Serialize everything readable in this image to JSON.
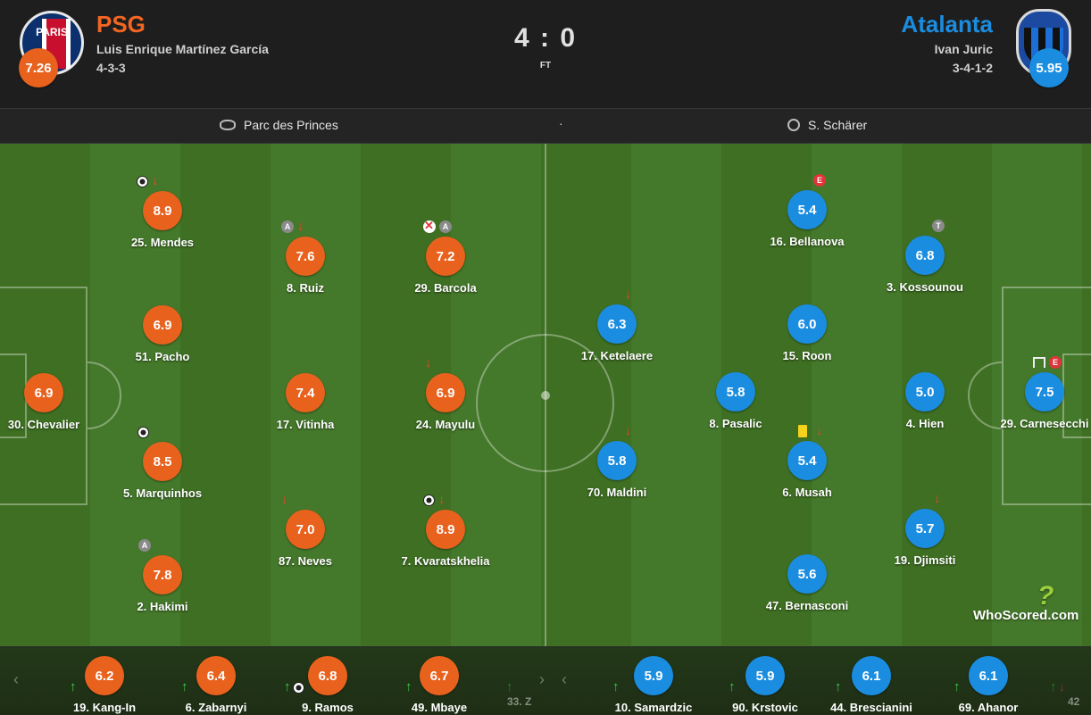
{
  "match": {
    "score": "4 : 0",
    "status": "FT",
    "venue": "Parc des Princes",
    "separator": "·",
    "referee": "S. Schärer"
  },
  "home": {
    "name": "PSG",
    "coach": "Luis Enrique Martínez García",
    "formation": "4-3-3",
    "rating": "7.26",
    "crest_text": "PARIS",
    "color": "#e8621e",
    "players": [
      {
        "label": "25. Mendes",
        "rating": "8.9",
        "icons": [
          "ball-icon",
          "sub-off-icon"
        ]
      },
      {
        "label": "8. Ruiz",
        "rating": "7.6",
        "icons": [
          "assist-badge",
          "sub-off-icon"
        ]
      },
      {
        "label": "29. Barcola",
        "rating": "7.2",
        "icons": [
          "missed-chance-icon",
          "assist-badge"
        ]
      },
      {
        "label": "51. Pacho",
        "rating": "6.9",
        "icons": []
      },
      {
        "label": "30. Chevalier",
        "rating": "6.9",
        "icons": []
      },
      {
        "label": "17. Vitinha",
        "rating": "7.4",
        "icons": []
      },
      {
        "label": "24. Mayulu",
        "rating": "6.9",
        "icons": [
          "sub-off-icon"
        ]
      },
      {
        "label": "5. Marquinhos",
        "rating": "8.5",
        "icons": [
          "ball-icon"
        ]
      },
      {
        "label": "87. Neves",
        "rating": "7.0",
        "icons": [
          "sub-off-icon"
        ]
      },
      {
        "label": "7. Kvaratskhelia",
        "rating": "8.9",
        "icons": [
          "ball-icon",
          "sub-off-icon"
        ]
      },
      {
        "label": "2. Hakimi",
        "rating": "7.8",
        "icons": [
          "assist-badge"
        ]
      }
    ],
    "bench": [
      {
        "label": "19. Kang-In",
        "rating": "6.2"
      },
      {
        "label": "6. Zabarnyi",
        "rating": "6.4"
      },
      {
        "label": "9. Ramos",
        "rating": "6.8"
      },
      {
        "label": "49. Mbaye",
        "rating": "6.7"
      },
      {
        "label": "33. Z",
        "rating": ""
      }
    ]
  },
  "away": {
    "name": "Atalanta",
    "coach": "Ivan Juric",
    "formation": "3-4-1-2",
    "rating": "5.95",
    "color": "#1b8de0",
    "players": [
      {
        "label": "16. Bellanova",
        "rating": "5.4",
        "icons": [
          "error-badge"
        ]
      },
      {
        "label": "3. Kossounou",
        "rating": "6.8",
        "icons": [
          "tackle-badge"
        ]
      },
      {
        "label": "17. Ketelaere",
        "rating": "6.3",
        "icons": [
          "sub-off-icon"
        ]
      },
      {
        "label": "15. Roon",
        "rating": "6.0",
        "icons": []
      },
      {
        "label": "8. Pasalic",
        "rating": "5.8",
        "icons": []
      },
      {
        "label": "4. Hien",
        "rating": "5.0",
        "icons": []
      },
      {
        "label": "29. Carnesecchi",
        "rating": "7.5",
        "icons": [
          "save-icon",
          "error-badge"
        ]
      },
      {
        "label": "70. Maldini",
        "rating": "5.8",
        "icons": [
          "sub-off-icon"
        ]
      },
      {
        "label": "6. Musah",
        "rating": "5.4",
        "icons": [
          "yellow-card-icon",
          "sub-off-icon"
        ]
      },
      {
        "label": "19. Djimsiti",
        "rating": "5.7",
        "icons": [
          "sub-off-icon"
        ]
      },
      {
        "label": "47. Bernasconi",
        "rating": "5.6",
        "icons": []
      }
    ],
    "bench": [
      {
        "label": "10. Samardzic",
        "rating": "5.9"
      },
      {
        "label": "90. Krstovic",
        "rating": "5.9"
      },
      {
        "label": "44. Brescianini",
        "rating": "6.1"
      },
      {
        "label": "69. Ahanor",
        "rating": "6.1"
      },
      {
        "label": "42",
        "rating": ""
      }
    ]
  },
  "badges": {
    "assist": "A",
    "error": "E",
    "tackle": "T"
  },
  "icons": {
    "sub_off": "↓",
    "sub_on": "↑",
    "prev": "‹",
    "next": "›"
  },
  "watermark": "WhoScored.com"
}
